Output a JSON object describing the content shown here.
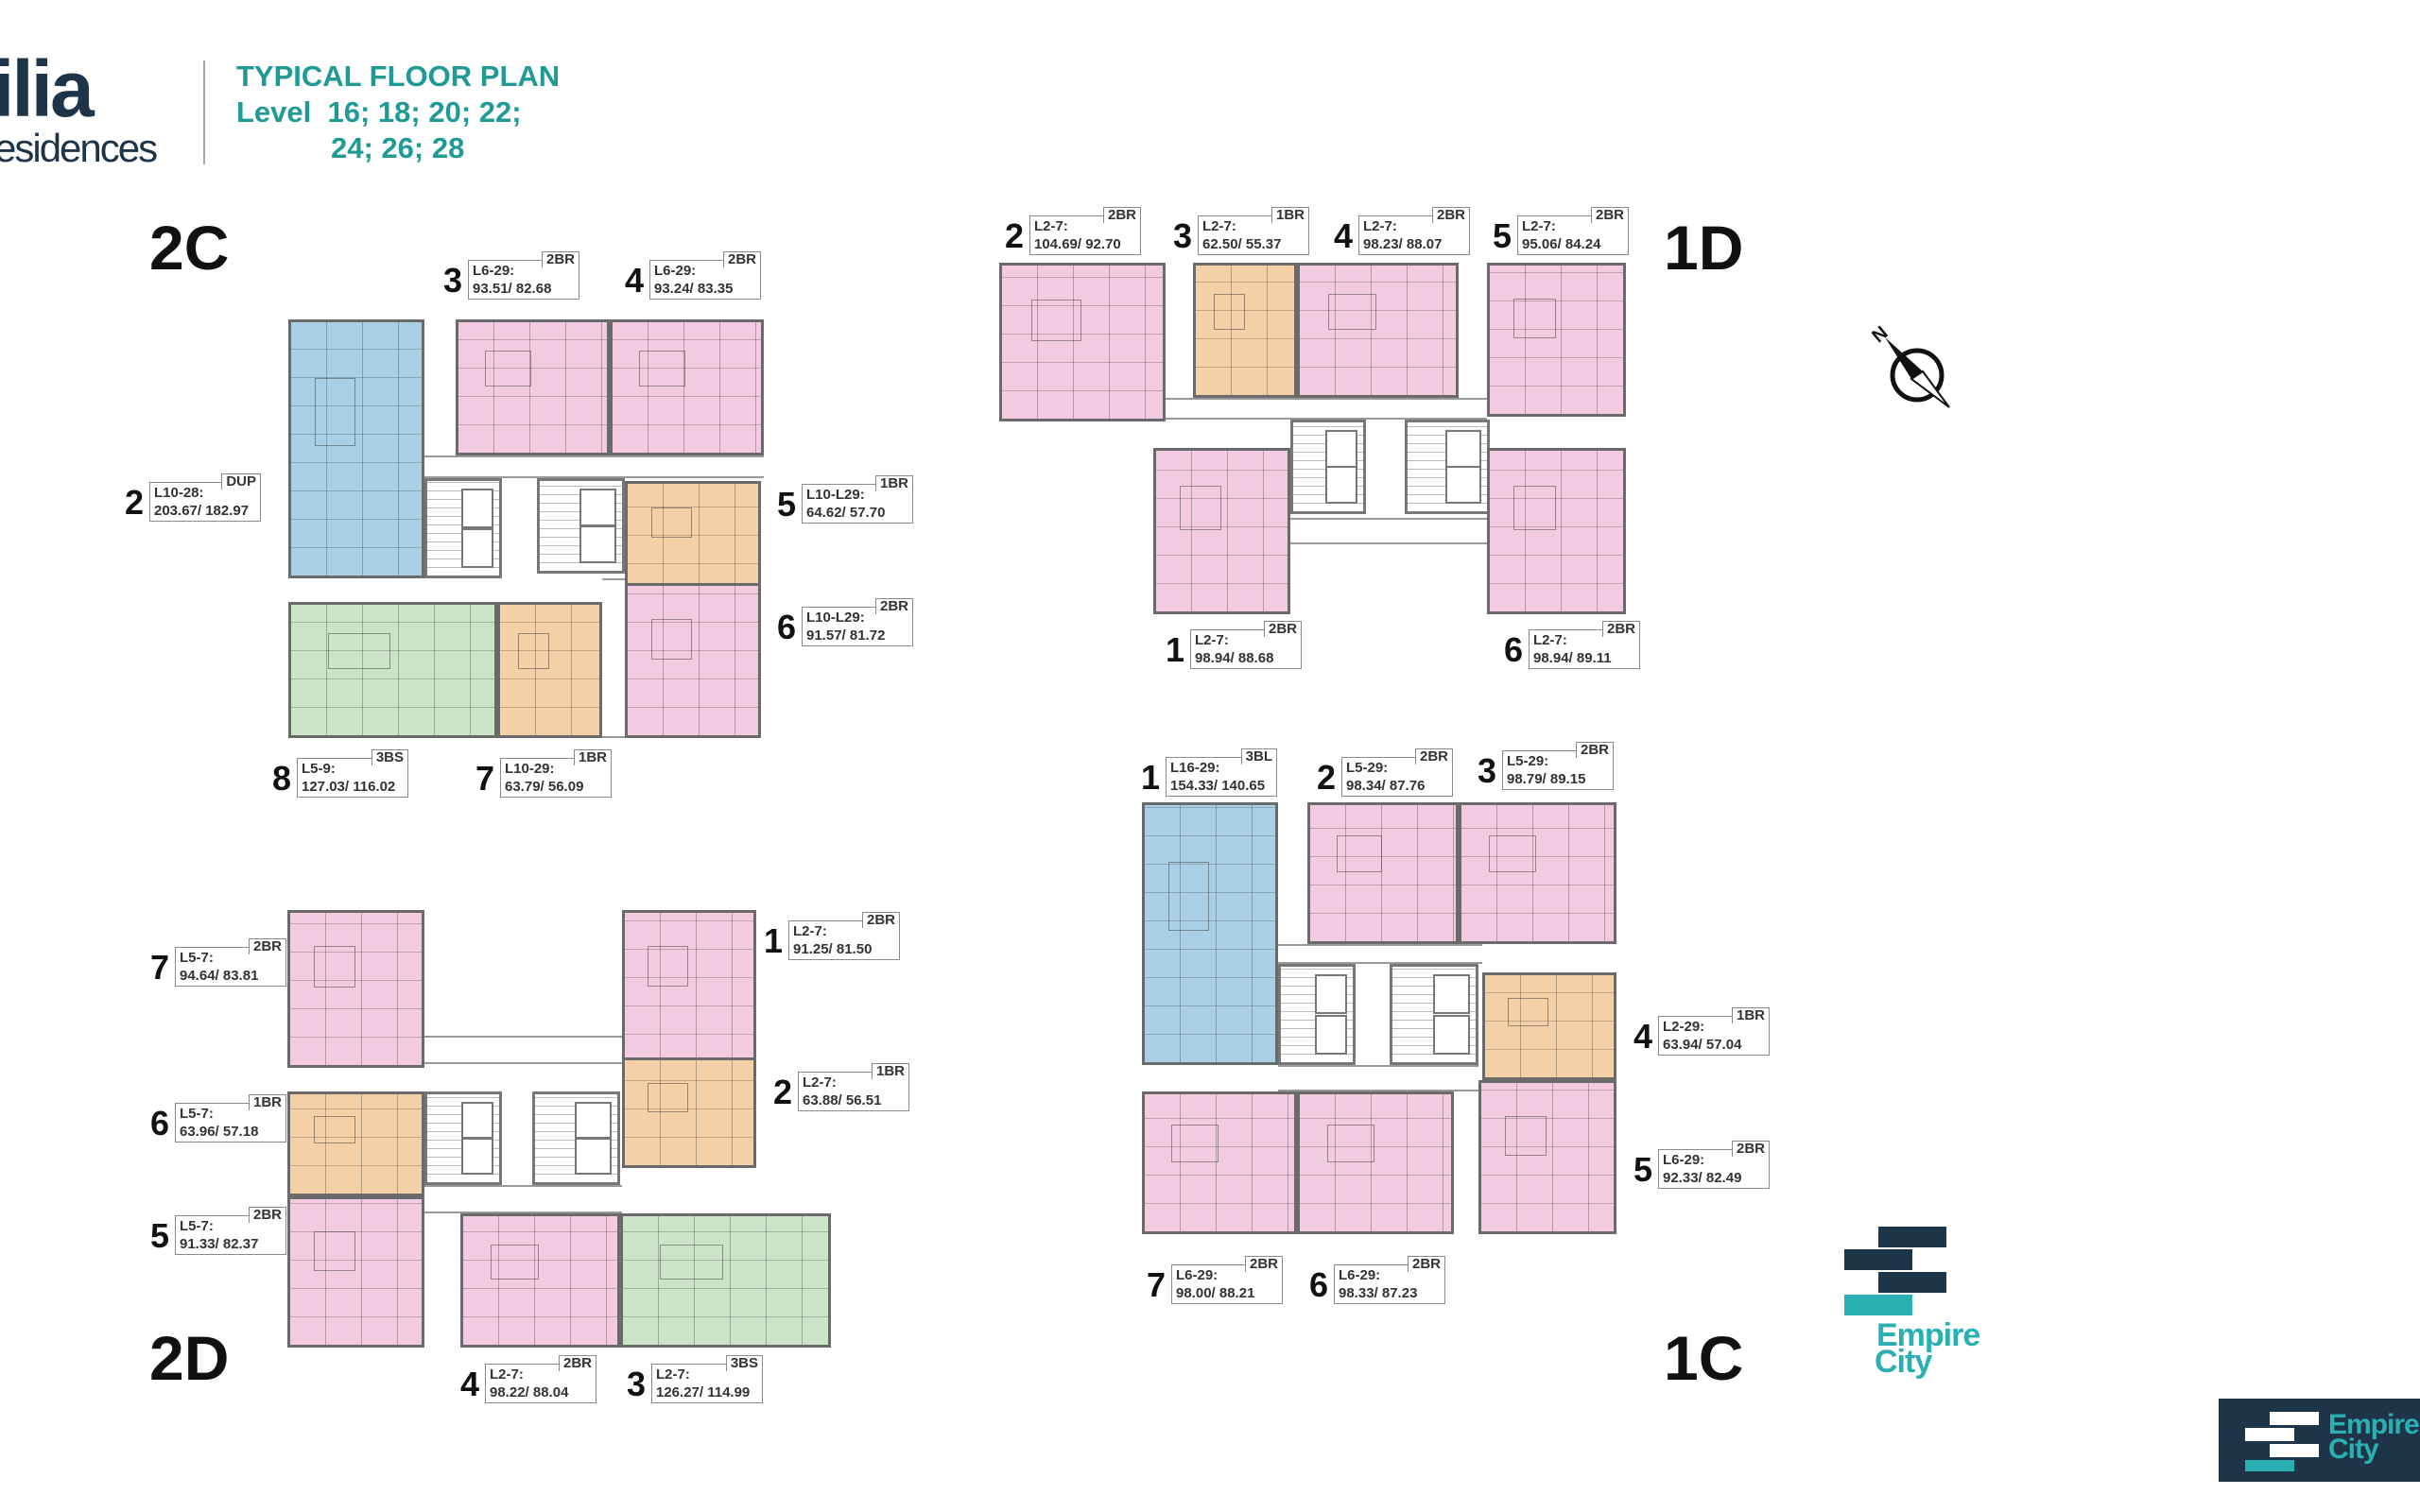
{
  "header": {
    "logo_line1": "ilia",
    "logo_line2": "esidences",
    "title": "TYPICAL FLOOR PLAN",
    "levels_line1": "Level  16; 18; 20; 22;",
    "levels_line2": "24; 26; 28"
  },
  "colors": {
    "pink": "#f3cbe1",
    "blue": "#a9d0e4",
    "orange": "#f5cfa6",
    "green": "#cbe4c8",
    "title": "#1f9a94",
    "navy": "#1e3448",
    "teal": "#2ab0b3"
  },
  "buildings": [
    {
      "name": "2C",
      "units": [
        {
          "no": "3",
          "level": "L6-29:",
          "type": "2BR",
          "area": "93.51/ 82.68",
          "fill": "pink"
        },
        {
          "no": "4",
          "level": "L6-29:",
          "type": "2BR",
          "area": "93.24/ 83.35",
          "fill": "pink"
        },
        {
          "no": "2",
          "level": "L10-28:",
          "type": "DUP",
          "area": "203.67/ 182.97",
          "fill": "blue"
        },
        {
          "no": "5",
          "level": "L10-L29:",
          "type": "1BR",
          "area": "64.62/ 57.70",
          "fill": "orange"
        },
        {
          "no": "6",
          "level": "L10-L29:",
          "type": "2BR",
          "area": "91.57/ 81.72",
          "fill": "pink"
        },
        {
          "no": "8",
          "level": "L5-9:",
          "type": "3BS",
          "area": "127.03/ 116.02",
          "fill": "green"
        },
        {
          "no": "7",
          "level": "L10-29:",
          "type": "1BR",
          "area": "63.79/ 56.09",
          "fill": "orange"
        }
      ]
    },
    {
      "name": "1D",
      "units": [
        {
          "no": "2",
          "level": "L2-7:",
          "type": "2BR",
          "area": "104.69/ 92.70",
          "fill": "pink"
        },
        {
          "no": "3",
          "level": "L2-7:",
          "type": "1BR",
          "area": "62.50/ 55.37",
          "fill": "orange"
        },
        {
          "no": "4",
          "level": "L2-7:",
          "type": "2BR",
          "area": "98.23/ 88.07",
          "fill": "pink"
        },
        {
          "no": "5",
          "level": "L2-7:",
          "type": "2BR",
          "area": "95.06/ 84.24",
          "fill": "pink"
        },
        {
          "no": "1",
          "level": "L2-7:",
          "type": "2BR",
          "area": "98.94/ 88.68",
          "fill": "pink"
        },
        {
          "no": "6",
          "level": "L2-7:",
          "type": "2BR",
          "area": "98.94/ 89.11",
          "fill": "pink"
        }
      ]
    },
    {
      "name": "2D",
      "units": [
        {
          "no": "7",
          "level": "L5-7:",
          "type": "2BR",
          "area": "94.64/ 83.81",
          "fill": "pink"
        },
        {
          "no": "1",
          "level": "L2-7:",
          "type": "2BR",
          "area": "91.25/ 81.50",
          "fill": "pink"
        },
        {
          "no": "2",
          "level": "L2-7:",
          "type": "1BR",
          "area": "63.88/ 56.51",
          "fill": "orange"
        },
        {
          "no": "6",
          "level": "L5-7:",
          "type": "1BR",
          "area": "63.96/ 57.18",
          "fill": "orange"
        },
        {
          "no": "5",
          "level": "L5-7:",
          "type": "2BR",
          "area": "91.33/ 82.37",
          "fill": "pink"
        },
        {
          "no": "4",
          "level": "L2-7:",
          "type": "2BR",
          "area": "98.22/ 88.04",
          "fill": "pink"
        },
        {
          "no": "3",
          "level": "L2-7:",
          "type": "3BS",
          "area": "126.27/ 114.99",
          "fill": "green"
        }
      ]
    },
    {
      "name": "1C",
      "units": [
        {
          "no": "1",
          "level": "L16-29:",
          "type": "3BL",
          "area": "154.33/ 140.65",
          "fill": "blue"
        },
        {
          "no": "2",
          "level": "L5-29:",
          "type": "2BR",
          "area": "98.34/ 87.76",
          "fill": "pink"
        },
        {
          "no": "3",
          "level": "L5-29:",
          "type": "2BR",
          "area": "98.79/ 89.15",
          "fill": "pink"
        },
        {
          "no": "4",
          "level": "L2-29:",
          "type": "1BR",
          "area": "63.94/ 57.04",
          "fill": "orange"
        },
        {
          "no": "5",
          "level": "L6-29:",
          "type": "2BR",
          "area": "92.33/ 82.49",
          "fill": "pink"
        },
        {
          "no": "7",
          "level": "L6-29:",
          "type": "2BR",
          "area": "98.00/ 88.21",
          "fill": "pink"
        },
        {
          "no": "6",
          "level": "L6-29:",
          "type": "2BR",
          "area": "98.33/ 87.23",
          "fill": "pink"
        }
      ]
    }
  ],
  "compass": {
    "icon": "north-arrow-icon",
    "label": "N"
  },
  "brand": {
    "line1": "Empire",
    "line2": "City"
  }
}
